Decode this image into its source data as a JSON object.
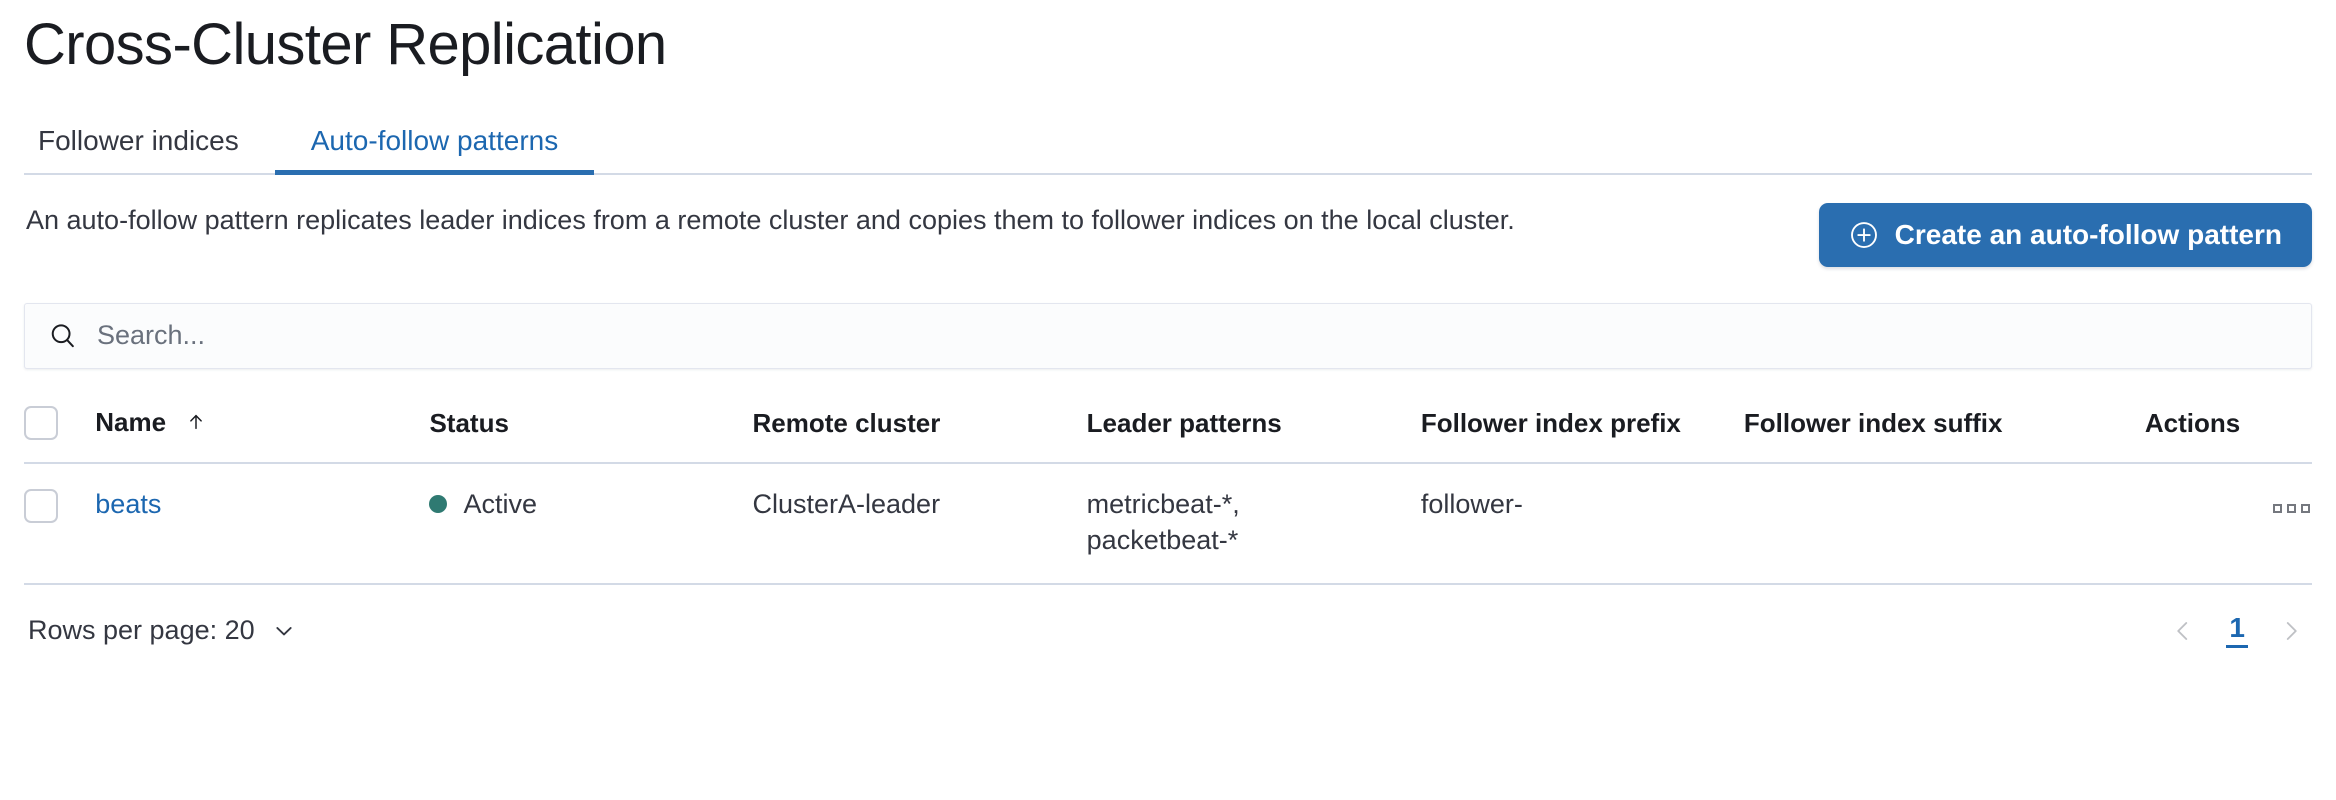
{
  "header": {
    "title": "Cross-Cluster Replication"
  },
  "tabs": [
    {
      "label": "Follower indices",
      "selected": false
    },
    {
      "label": "Auto-follow patterns",
      "selected": true
    }
  ],
  "intro": {
    "description": "An auto-follow pattern replicates leader indices from a remote cluster and copies them to follower indices on the local cluster.",
    "create_button_label": "Create an auto-follow pattern",
    "create_button_icon": "plus-in-circle-icon",
    "accent_color": "#2a6eb0"
  },
  "search": {
    "placeholder": "Search...",
    "value": "",
    "icon": "search-icon"
  },
  "table": {
    "columns": [
      {
        "key": "select",
        "label": ""
      },
      {
        "key": "name",
        "label": "Name",
        "sort": "asc",
        "sort_icon": "arrow-up-icon"
      },
      {
        "key": "status",
        "label": "Status"
      },
      {
        "key": "remote",
        "label": "Remote cluster"
      },
      {
        "key": "leader",
        "label": "Leader patterns"
      },
      {
        "key": "prefix",
        "label": "Follower index prefix"
      },
      {
        "key": "suffix",
        "label": "Follower index suffix"
      },
      {
        "key": "actions",
        "label": "Actions"
      }
    ],
    "rows": [
      {
        "selected": false,
        "name": "beats",
        "status": "Active",
        "status_color": "#2f7a72",
        "remote_cluster": "ClusterA-leader",
        "leader_patterns": "metricbeat-*,\npacketbeat-*",
        "follower_index_prefix": "follower-",
        "follower_index_suffix": "",
        "actions_icon": "kebab-menu-icon"
      }
    ]
  },
  "footer": {
    "rows_per_page_label": "Rows per page: 20",
    "rows_per_page_icon": "chevron-down-icon",
    "prev_icon": "chevron-left-icon",
    "next_icon": "chevron-right-icon",
    "current_page": "1"
  }
}
